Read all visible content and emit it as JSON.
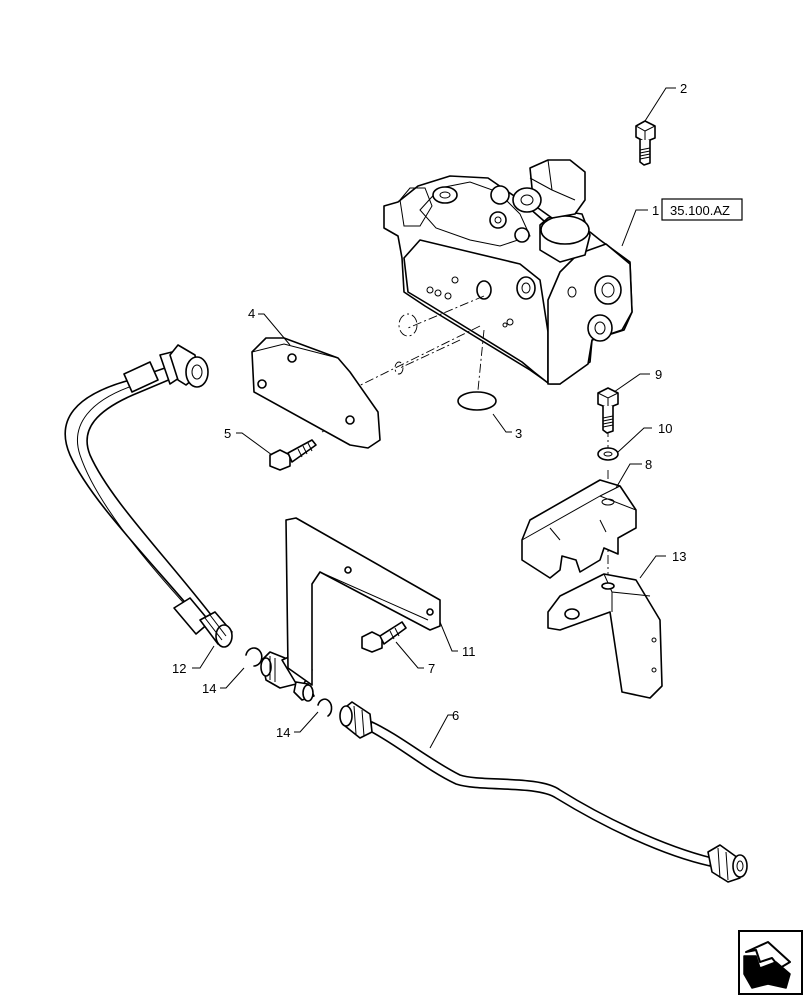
{
  "callouts": {
    "c1": "1",
    "c2": "2",
    "c3": "3",
    "c4": "4",
    "c5": "5",
    "c6": "6",
    "c7": "7",
    "c8": "8",
    "c9": "9",
    "c10": "10",
    "c11": "11",
    "c12": "12",
    "c13": "13",
    "c14a": "14",
    "c14b": "14"
  },
  "reference": "35.100.AZ",
  "icons": {
    "corner": "previous-page-arrow-icon"
  }
}
